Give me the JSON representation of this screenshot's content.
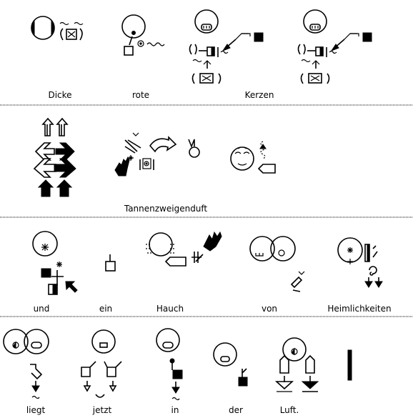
{
  "lines": [
    {
      "words": [
        "Dicke",
        "rote",
        "Kerzen"
      ]
    },
    {
      "words": [
        "Tannenzweigenduft"
      ]
    },
    {
      "words": [
        "und",
        "ein",
        "Hauch",
        "von",
        "Heimlichkeiten"
      ]
    },
    {
      "words": [
        "liegt",
        "jetzt",
        "in",
        "der",
        "Luft."
      ]
    }
  ],
  "colors": {
    "ink": "#000000",
    "background": "#ffffff"
  }
}
